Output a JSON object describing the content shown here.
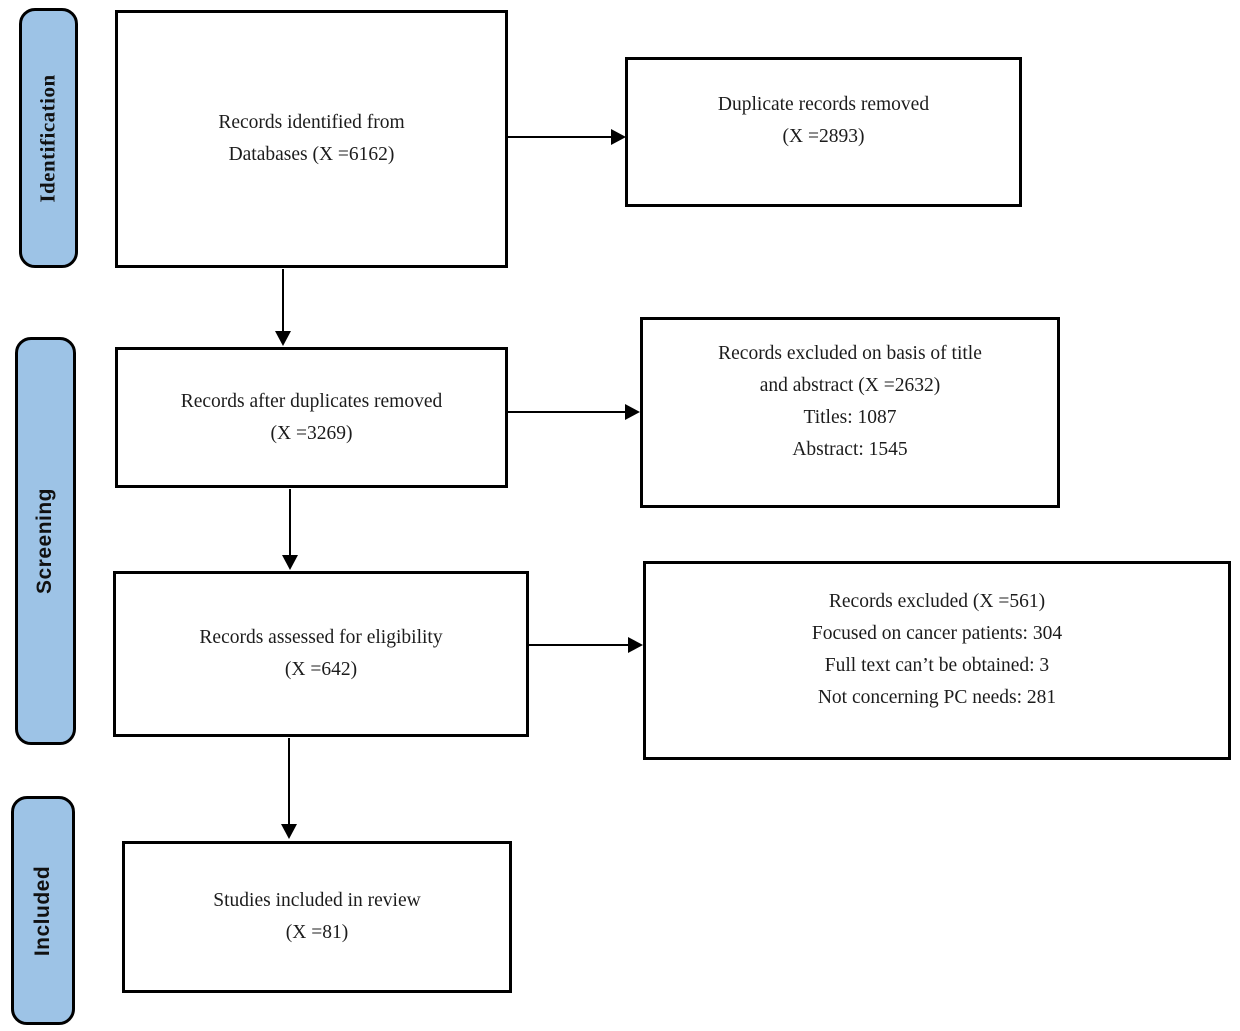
{
  "palette": {
    "stage_fill": "#9DC3E6",
    "box_border": "#000000",
    "background": "#FFFFFF",
    "text": "#1C1C1C"
  },
  "stages": [
    {
      "id": "identification",
      "label": "Identification"
    },
    {
      "id": "screening",
      "label": "Screening"
    },
    {
      "id": "included",
      "label": "Included"
    }
  ],
  "boxes": {
    "identified": {
      "lines": [
        "Records identified from",
        "Databases (X =6162)"
      ]
    },
    "duplicates_removed": {
      "lines": [
        "Duplicate records removed",
        "(X =2893)"
      ]
    },
    "after_duplicates": {
      "lines": [
        "Records after duplicates removed",
        "(X =3269)"
      ]
    },
    "excluded_title_abstract": {
      "lines": [
        "Records excluded on basis of title",
        "and abstract (X =2632)",
        "Titles: 1087",
        "Abstract: 1545"
      ]
    },
    "assessed": {
      "lines": [
        "Records assessed for eligibility",
        "(X =642)"
      ]
    },
    "excluded_eligibility": {
      "lines": [
        "Records excluded (X =561)",
        "Focused on cancer patients: 304",
        "Full text can’t be obtained: 3",
        "Not concerning PC needs: 281"
      ]
    },
    "included_review": {
      "lines": [
        "Studies included in review",
        "(X =81)"
      ]
    }
  }
}
